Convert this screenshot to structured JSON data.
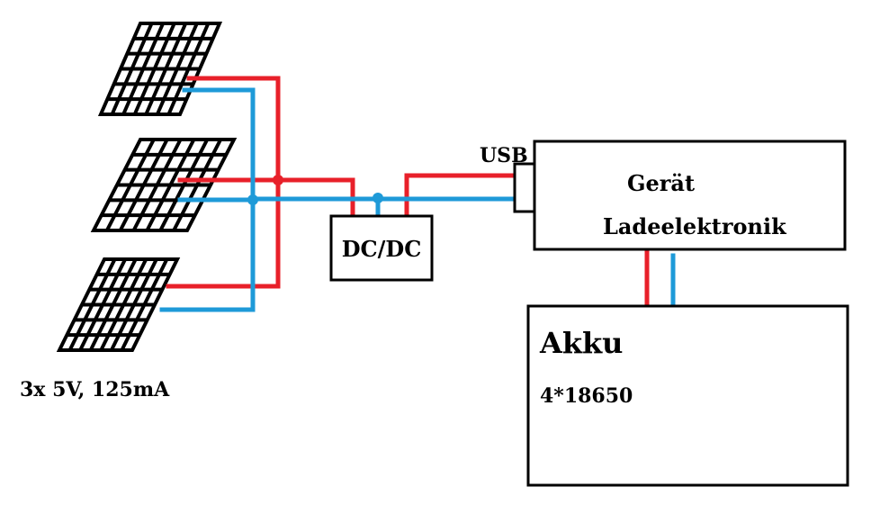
{
  "panels": {
    "caption": "3x 5V, 125mA",
    "count": 3
  },
  "converter": {
    "label": "DC/DC"
  },
  "usb": {
    "label": "USB"
  },
  "device": {
    "line1": "Gerät",
    "line2": "Ladeelektronik"
  },
  "battery": {
    "title": "Akku",
    "spec": "4*18650"
  },
  "colors": {
    "positive_wire": "#e8202a",
    "negative_wire": "#1e9ad8",
    "outline": "#000000",
    "background": "#ffffff"
  }
}
